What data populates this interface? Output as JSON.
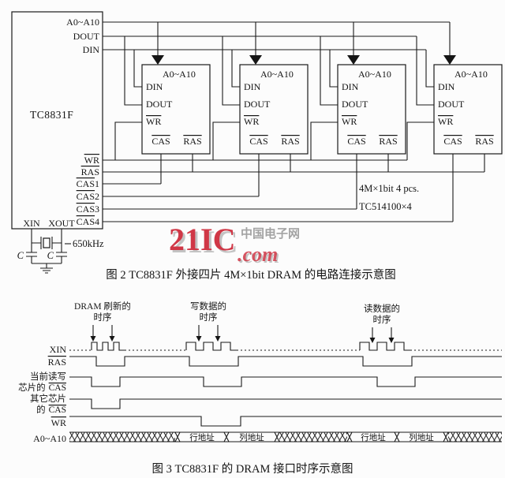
{
  "fig2": {
    "main_chip": {
      "name": "TC8831F",
      "pin_a": "A0~A10",
      "pin_dout": "DOUT",
      "pin_din": "DIN",
      "pin_wr": "WR",
      "pin_ras": "RAS",
      "pin_cas": "CAS",
      "cas_nums": [
        "1",
        "2",
        "3",
        "4"
      ],
      "pin_xin": "XIN",
      "pin_xout": "XOUT"
    },
    "dram_pins": {
      "a": "A0~A10",
      "din": "DIN",
      "dout": "DOUT",
      "wr": "WR",
      "cas": "CAS",
      "ras": "RAS"
    },
    "notes": {
      "qty": "4M×1bit  4 pcs.",
      "model": "TC514100×4",
      "freq": "650kHz",
      "cap_left": "C",
      "cap_right": "C"
    },
    "caption": "图 2  TC8831F 外接四片 4M×1bit  DRAM 的电路连接示意图"
  },
  "watermark": {
    "brand": "21IC",
    "domain": ".com",
    "site_name": "中国电子网",
    "brand_color": "#cc2233",
    "gray_color": "#9a9a9a"
  },
  "fig3": {
    "annotations": [
      {
        "line1": "DRAM 刷新的",
        "line2": "时序"
      },
      {
        "line1": "写数据的",
        "line2": "时序"
      },
      {
        "line1": "读数据的",
        "line2": "时序"
      }
    ],
    "signals": {
      "xin": "XIN",
      "ras": "RAS",
      "cur_line1": "当前读写",
      "cur_line2": "芯片的",
      "cur_cas": "CAS",
      "other_line1": "其它芯片",
      "other_line2": "的",
      "other_cas": "CAS",
      "wr": "WR",
      "bus": "A0~A10"
    },
    "bus_labels": [
      "行地址",
      "列地址",
      "行地址",
      "列地址"
    ],
    "caption": "图 3  TC8831F 的 DRAM 接口时序示意图"
  }
}
